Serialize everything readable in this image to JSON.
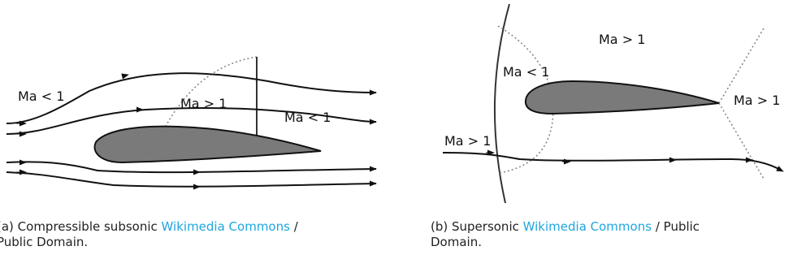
{
  "panel_a": {
    "labels": {
      "upstream": "Ma < 1",
      "supersonic_pocket": "Ma > 1",
      "downstream": "Ma < 1"
    },
    "caption": {
      "prefix": "(a) Compressible subsonic",
      "link": "Wikimedia Commons",
      "separator": "/",
      "suffix": "Public Domain."
    }
  },
  "panel_b": {
    "labels": {
      "freestream": "Ma > 1",
      "behind_shock": "Ma < 1",
      "above": "Ma > 1",
      "wake": "Ma > 1"
    },
    "caption": {
      "prefix": "(b) Supersonic",
      "link": "Wikimedia Commons",
      "separator": "/",
      "suffix_line1": "Public",
      "suffix_line2": "Domain."
    }
  },
  "colors": {
    "airfoil_fill": "#7a7a7a",
    "stroke": "#111111",
    "dotted": "#888888",
    "link": "#1da6e0"
  }
}
